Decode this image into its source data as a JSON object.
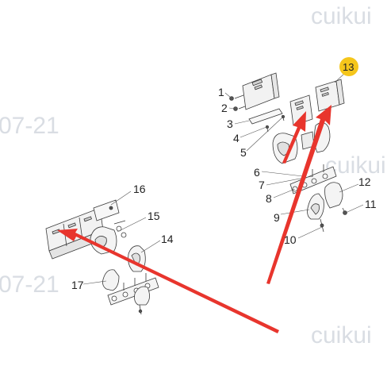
{
  "watermarks": [
    "cuikui",
    "07-21",
    "cuikui",
    "07-21",
    "cuikui"
  ],
  "colors": {
    "line": "#3a3a3a",
    "arrow": "#e8352d",
    "highlight": "#f5c61b",
    "watermark": "#d9dde3"
  },
  "callouts": {
    "c1": "1",
    "c2": "2",
    "c3": "3",
    "c4": "4",
    "c5": "5",
    "c6": "6",
    "c7": "7",
    "c8": "8",
    "c9": "9",
    "c10": "10",
    "c11": "11",
    "c12": "12",
    "c13": "13",
    "c14": "14",
    "c15": "15",
    "c16": "16",
    "c17": "17"
  },
  "highlighted_callout": "13"
}
